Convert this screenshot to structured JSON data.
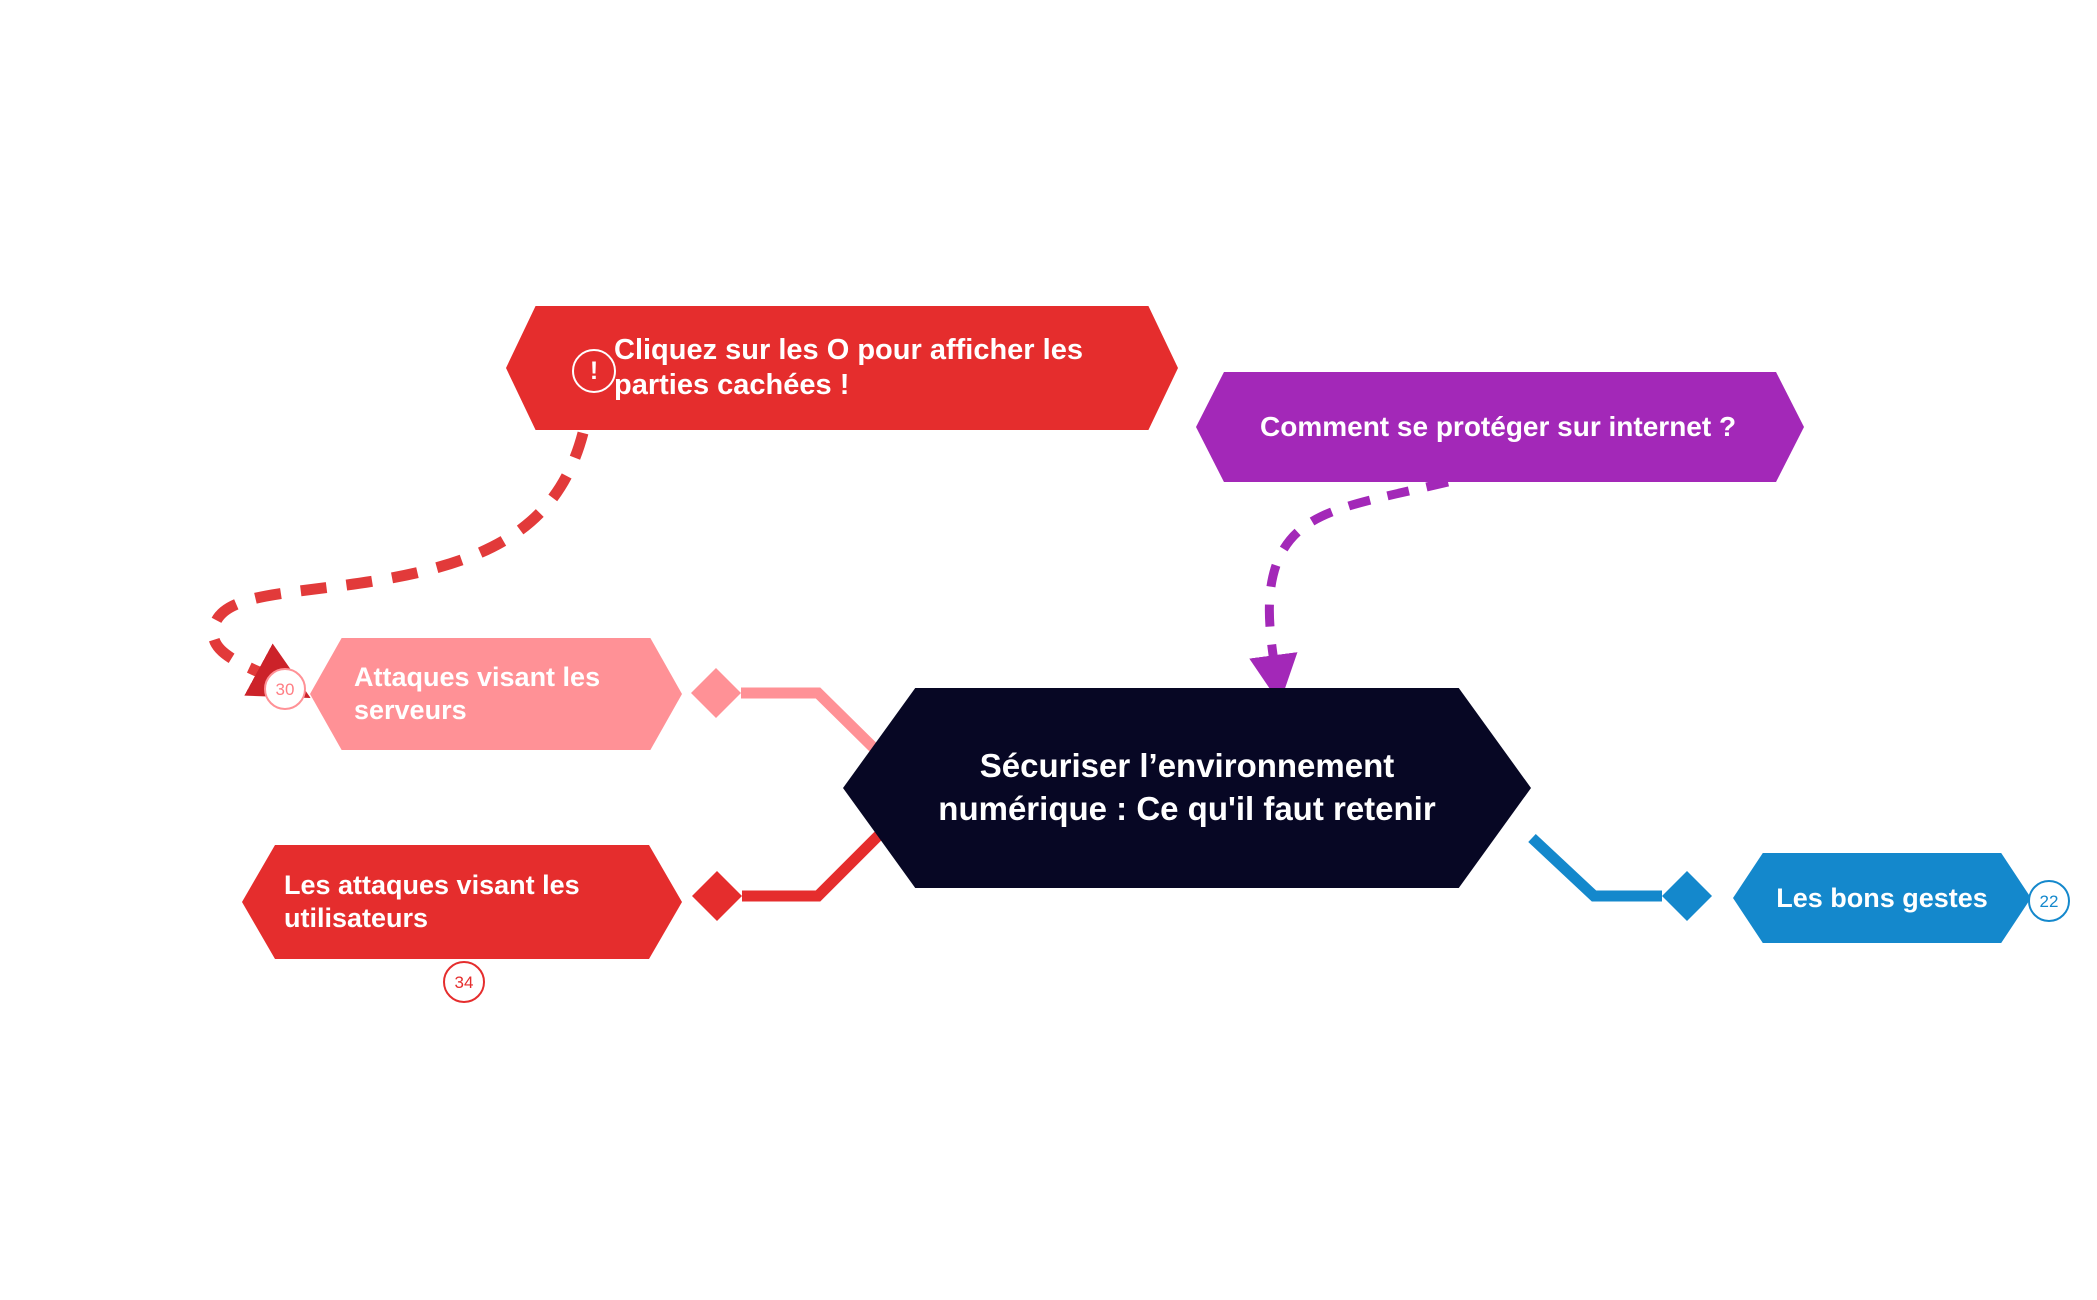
{
  "diagram": {
    "title": "Sécuriser l’environnement numérique : Ce qu'il faut retenir",
    "background": "#ffffff",
    "colors": {
      "red": "#E52D2D",
      "pink": "#FF9196",
      "purple": "#A328B8",
      "blue": "#1488CC",
      "dark": "#070724",
      "white": "#ffffff"
    }
  },
  "nodes": {
    "instruction": {
      "label": "Cliquez sur les O pour afficher les parties cachées !",
      "icon": "exclamation-circle-icon",
      "icon_glyph": "!",
      "color": "#E52D2D",
      "shape": "hexagon"
    },
    "protect": {
      "label": "Comment se protéger sur internet ?",
      "color": "#A328B8",
      "shape": "hexagon"
    },
    "central": {
      "label": "Sécuriser l’environnement numérique : Ce qu'il faut retenir",
      "color": "#070724",
      "shape": "hexagon"
    },
    "servers": {
      "label": "Attaques visant les serveurs",
      "color": "#FF9196",
      "shape": "hexagon",
      "badge": "30"
    },
    "users": {
      "label": "Les attaques visant les utilisateurs",
      "color": "#E52D2D",
      "shape": "hexagon",
      "badge": "34"
    },
    "gestures": {
      "label": "Les bons gestes",
      "color": "#1488CC",
      "shape": "hexagon",
      "badge": "22"
    }
  },
  "badges": {
    "servers": "30",
    "users": "34",
    "gestures": "22"
  },
  "connectors": [
    {
      "name": "instruction-to-servers",
      "style": "dashed-arrow",
      "color": "#E52D2D",
      "from": "instruction",
      "to": "servers"
    },
    {
      "name": "protect-to-central",
      "style": "dashed-arrow",
      "color": "#A328B8",
      "from": "protect",
      "to": "central"
    },
    {
      "name": "servers-to-central",
      "style": "solid-diamond",
      "color": "#FF9196",
      "from": "servers",
      "to": "central"
    },
    {
      "name": "users-to-central",
      "style": "solid-diamond",
      "color": "#E52D2D",
      "from": "users",
      "to": "central"
    },
    {
      "name": "central-to-gestures",
      "style": "solid-diamond",
      "color": "#1488CC",
      "from": "central",
      "to": "gestures"
    }
  ]
}
